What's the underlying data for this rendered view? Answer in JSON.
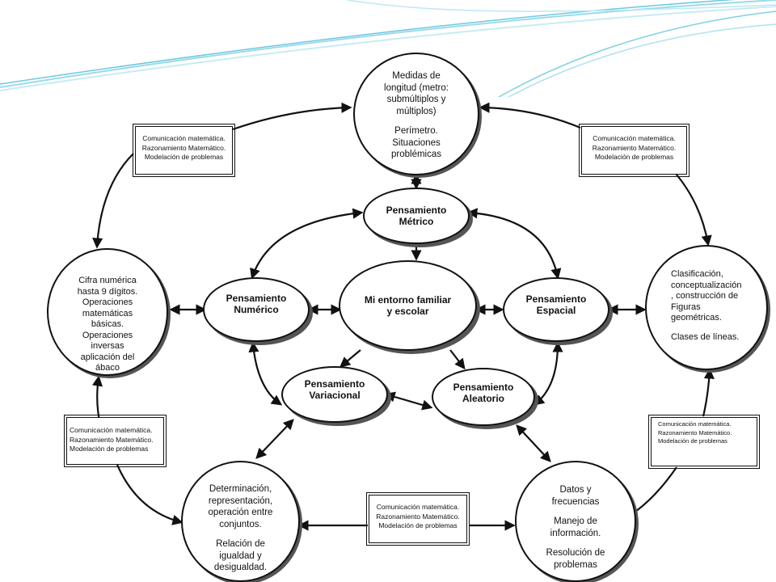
{
  "center": {
    "label": "Mi entorno familiar y escolar"
  },
  "thoughts": {
    "metrico": "Pensamiento Métrico",
    "numerico": "Pensamiento Numérico",
    "espacial": "Pensamiento Espacial",
    "variacional": "Pensamiento Variacional",
    "aleatorio": "Pensamiento Aleatorio"
  },
  "contents": {
    "top": [
      "Medidas de",
      "longitud (metro:",
      "submúltiplos y",
      "múltiplos)",
      "",
      "Perímetro.",
      "Situaciones",
      "problémicas"
    ],
    "left": [
      "Cifra numérica",
      "hasta 9 dígitos.",
      "Operaciones",
      "matemáticas",
      "básicas.",
      "Operaciones",
      "inversas",
      "aplicación del",
      "ábaco"
    ],
    "right": [
      "Clasificación,",
      "conceptualización",
      ", construcción de",
      "Figuras",
      "geométricas.",
      "",
      "Clases de líneas."
    ],
    "bottom_left": [
      "Determinación,",
      "representación,",
      "operación entre",
      "conjuntos.",
      "",
      "Relación de",
      "igualdad y",
      "desigualdad."
    ],
    "bottom_right": [
      "Datos y",
      "frecuencias",
      "",
      "Manejo de",
      "información.",
      "",
      "Resolución de",
      "problemas"
    ]
  },
  "competency_box": {
    "lines": [
      "Comunicación matemática.",
      "Razonamiento Matemático.",
      "Modelación de problemas"
    ]
  },
  "colors": {
    "accent": "#5bc0de",
    "stroke": "#111111"
  }
}
